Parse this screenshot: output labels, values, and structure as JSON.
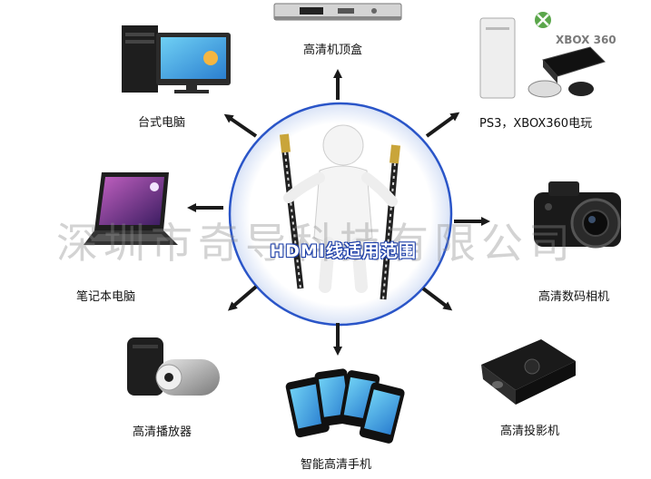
{
  "center": {
    "title": "HDMI线适用范围"
  },
  "watermark": "深圳市奇导科技有限公司",
  "devices": {
    "set_top_box": "高清机顶盒",
    "desktop": "台式电脑",
    "game_console": "PS3，XBOX360电玩",
    "laptop": "笔记本电脑",
    "camera": "高清数码相机",
    "player": "高清播放器",
    "phone": "智能高清手机",
    "projector": "高清投影机"
  },
  "logos": {
    "xbox": "XBOX 360"
  },
  "colors": {
    "arrow": "#1a1a1a",
    "circle": "#2a55c8",
    "title_outline": "#1d3fa8"
  }
}
